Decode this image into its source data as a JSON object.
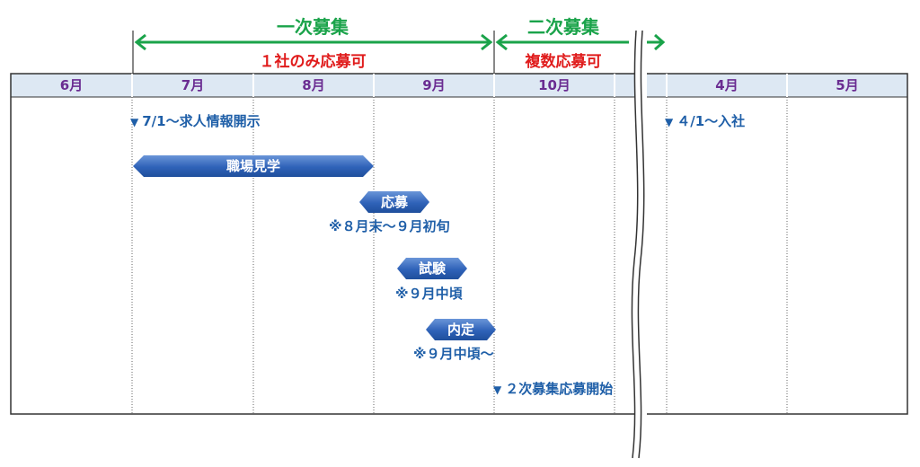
{
  "phases": {
    "first": {
      "title": "一次募集",
      "subtitle": "１社のみ応募可"
    },
    "second": {
      "title": "二次募集",
      "subtitle": "複数応募可"
    }
  },
  "months": [
    "6月",
    "7月",
    "8月",
    "9月",
    "10月",
    "",
    "4月",
    "5月"
  ],
  "events": {
    "job_info": "7/1～求人情報開示",
    "joining": "４/1～入社",
    "second_start": "２次募集応募開始"
  },
  "steps": {
    "visit": {
      "label": "職場見学"
    },
    "apply": {
      "label": "応募",
      "note": "※８月末～９月初旬"
    },
    "exam": {
      "label": "試験",
      "note": "※９月中頃"
    },
    "offer": {
      "label": "内定",
      "note": "※９月中頃～"
    }
  },
  "colors": {
    "phase_title": "#1aa34a",
    "phase_subtitle": "#e01b1b",
    "month_text": "#6a2c91",
    "header_band": "#dde8f3",
    "shape_blue": "#2f62b8",
    "annotation": "#1f5fa8"
  }
}
